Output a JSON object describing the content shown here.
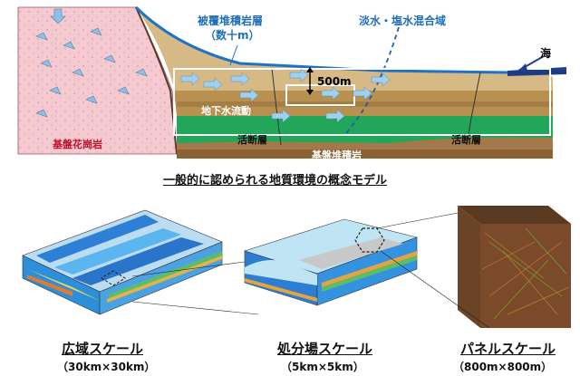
{
  "top": {
    "cover_label": "被覆堆積岩層",
    "cover_sub": "（数十m）",
    "mixing_label": "淡水・塩水混合域",
    "sea_label": "海",
    "depth_label": "500m",
    "groundwater_label": "地下水流動",
    "fault_left": "活断層",
    "fault_right": "活断層",
    "basement_sed": "基盤堆積岩",
    "granite": "基盤花崗岩"
  },
  "caption": "一般的に認められる地質環境の概念モデル",
  "scales": [
    {
      "name": "広域スケール",
      "size": "（30km×30km）"
    },
    {
      "name": "処分場スケール",
      "size": "（5km×5km）"
    },
    {
      "name": "パネルスケール",
      "size": "（800m×800m）"
    }
  ],
  "colors": {
    "granite": "#f3c6cc",
    "cover": "#c9a56d",
    "green_layer": "#1fa55a",
    "water_line": "#1e73c8",
    "sea": "#1d3f8f",
    "label_blue": "#1f6fb8",
    "label_white": "#ffffff"
  }
}
